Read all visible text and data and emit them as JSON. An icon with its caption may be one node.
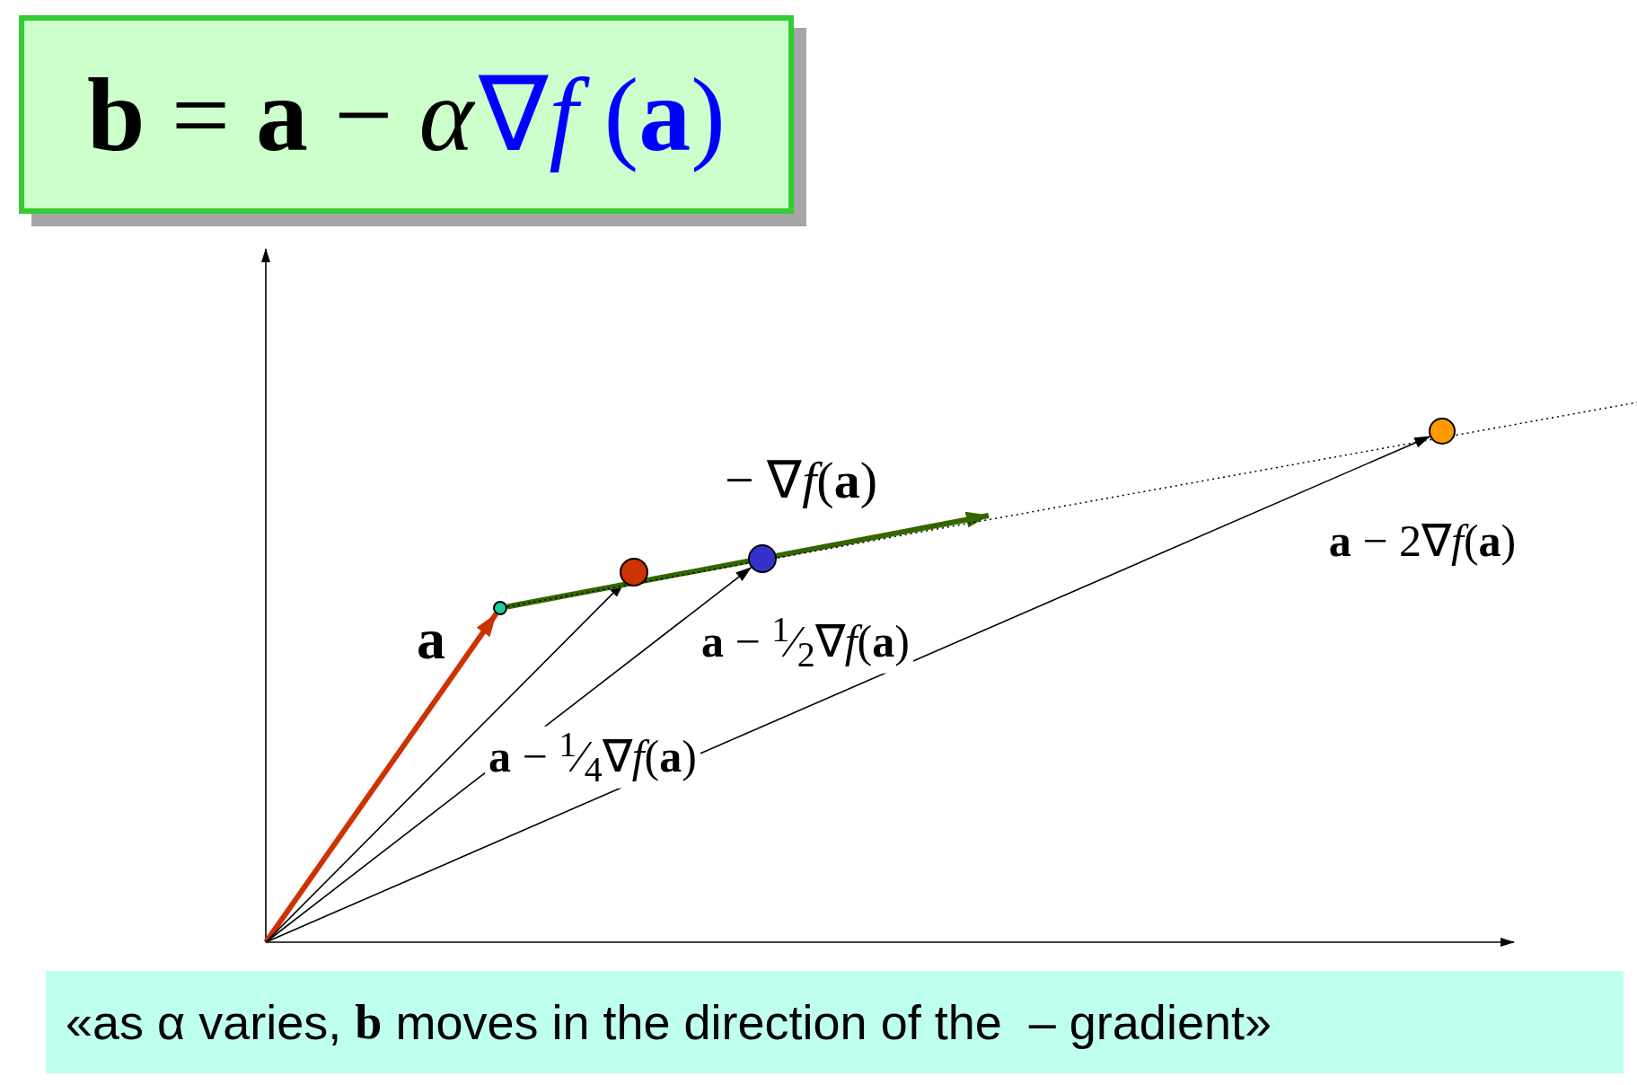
{
  "diagram": {
    "caption": "«as α varies, **b** moves in the direction of the  – gradient»",
    "nodes": [
      {
        "text": [],
        "shape": "circle"
      },
      {
        "text": [],
        "shape": "circle",
        "beside": [
          "**a** − $^{1}$⁄$_{4}$∇*f*(**a**)"
        ]
      },
      {
        "text": [],
        "shape": "circle",
        "beside": [
          "**a** − $^{1}$⁄$_{2}$∇*f*(**a**)"
        ]
      },
      {
        "text": [],
        "shape": "circle",
        "beside": [
          "**a** − 2∇*f*(**a**)"
        ]
      },
      {
        "text": [
          "**b** = **a** − *α*",
          "∇*f* (**a**)"
        ]
      }
    ],
    "edges": [
      {
        "from": null,
        "to": 0,
        "arrow": "to",
        "label": "a",
        "style": "thick",
        "color": "#cc3300"
      },
      {
        "from": null,
        "to": 1,
        "arrow": "to"
      },
      {
        "from": null,
        "to": 2,
        "arrow": "to"
      },
      {
        "from": null,
        "to": 3,
        "arrow": "to"
      },
      {
        "from": 0,
        "to": null,
        "arrow": "to",
        "label": "− ∇*f*(**a**)",
        "style": "thick",
        "color": "#336600"
      },
      {
        "from": 0,
        "to": null,
        "arrow": "none",
        "style": "dashed"
      }
    ]
  }
}
